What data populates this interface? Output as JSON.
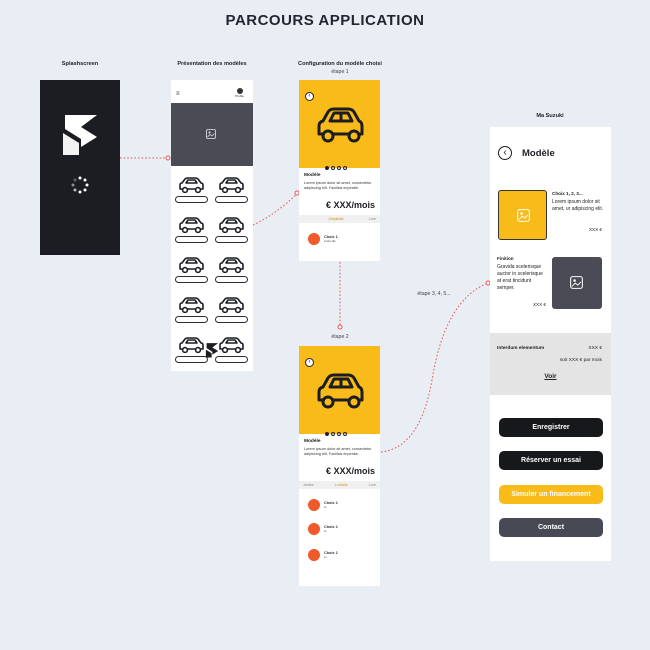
{
  "title": "PARCOURS APPLICATION",
  "columns": {
    "splash": "Splashscreen",
    "models": "Présentation des modèles",
    "config": "Configuration du modèle choisi",
    "suzuki": "Ma Suzuki"
  },
  "steps": {
    "step1": "étape 1",
    "step2": "étape 2",
    "step345": "étape 3, 4, 5..."
  },
  "models_screen": {
    "account_label": "Profile",
    "car_count": 10
  },
  "config1": {
    "heading": "Modèle",
    "desc": "Lorem ipsum dolor sit amet, consectetur adipiscing elit. Facilisis imperdie.",
    "price": "€ XXX/mois",
    "tabs": [
      "",
      "Jimpliciite",
      "Lore"
    ],
    "choices": [
      {
        "label": "Choix 1",
        "sub": "Lorem dis"
      }
    ]
  },
  "config2": {
    "heading": "Modèle",
    "desc": "Lorem ipsum dolor sit amet, consectetur adipiscing elit. Facilisis imperdie.",
    "price": "€ XXX/mois",
    "tabs": [
      "Jantes",
      "Lorriads",
      "Lore"
    ],
    "choices": [
      {
        "label": "Choix 2",
        "sub": "xx"
      },
      {
        "label": "Choix 2",
        "sub": "xx"
      },
      {
        "label": "Choix 2",
        "sub": "xx"
      }
    ]
  },
  "suzuki": {
    "heading": "Modèle",
    "item1": {
      "title": "Choix 1, 2, 3...",
      "text": "Lorem ipsum dolor sit amet, ur adipiscing elit.",
      "price": "XXX €"
    },
    "item2": {
      "title": "Finition",
      "text": "Gravida scelerisque auctor in scelerisque at erat tincidunt semper.",
      "price": "XXX €"
    },
    "summary": {
      "label": "Interdum elementum",
      "price": "XXX €",
      "monthly": "soit XXX € par mois",
      "link": "Voir"
    },
    "buttons": {
      "save": "Enregistrer",
      "book": "Réserver un essai",
      "simulate": "Simuler un financement",
      "contact": "Contact"
    }
  },
  "colors": {
    "accent": "#f9bb19",
    "dark": "#1b1d22",
    "orange": "#ef5a2a",
    "connector": "#e8554e",
    "background": "#e9eef5"
  }
}
